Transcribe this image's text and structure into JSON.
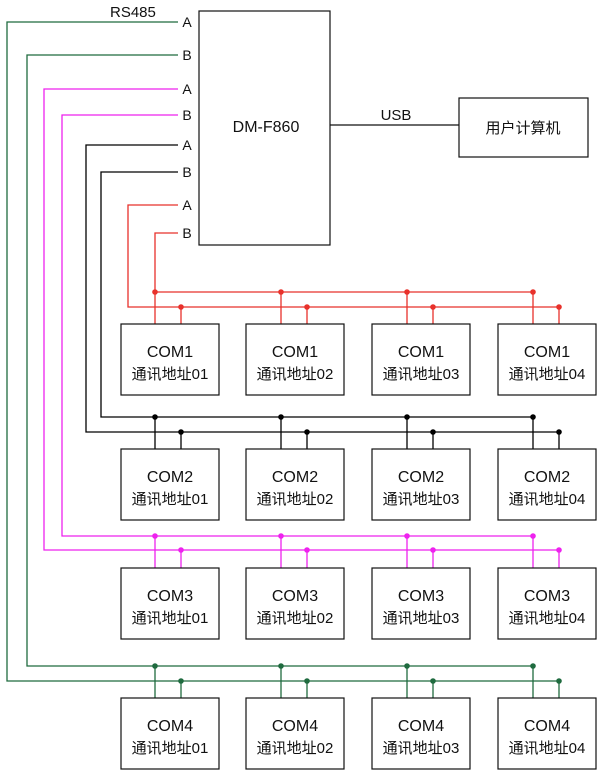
{
  "controller": {
    "name": "DM-F860"
  },
  "pc": {
    "name": "用户计算机",
    "link_label": "USB"
  },
  "bus_label": "RS485",
  "pin_labels": [
    "A",
    "B"
  ],
  "buses": [
    {
      "port": "COM1",
      "color": "#e8312b",
      "devices": [
        "通讯地址01",
        "通讯地址02",
        "通讯地址03",
        "通讯地址04"
      ]
    },
    {
      "port": "COM2",
      "color": "#000000",
      "devices": [
        "通讯地址01",
        "通讯地址02",
        "通讯地址03",
        "通讯地址04"
      ]
    },
    {
      "port": "COM3",
      "color": "#ee22ee",
      "devices": [
        "通讯地址01",
        "通讯地址02",
        "通讯地址03",
        "通讯地址04"
      ]
    },
    {
      "port": "COM4",
      "color": "#1f6b3f",
      "devices": [
        "通讯地址01",
        "通讯地址02",
        "通讯地址03",
        "通讯地址04"
      ]
    }
  ]
}
